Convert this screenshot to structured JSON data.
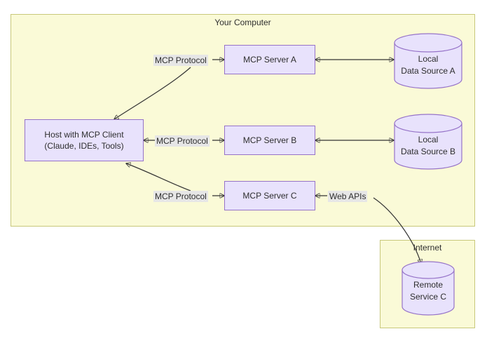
{
  "diagram": {
    "title_visible": false,
    "colors": {
      "group_fill": "#FAFAD7",
      "group_border": "#C8C87A",
      "node_fill": "#E8E2FC",
      "node_border": "#9673C8",
      "edge_stroke": "#333333",
      "label_bg": "#E6E6E6",
      "text": "#2E2E2E"
    },
    "groups": [
      {
        "id": "your-computer",
        "label": "Your Computer"
      },
      {
        "id": "internet",
        "label": "Internet"
      }
    ],
    "nodes": {
      "host": {
        "line1": "Host with MCP Client",
        "line2": "(Claude, IDEs, Tools)"
      },
      "server_a": {
        "label": "MCP Server A"
      },
      "server_b": {
        "label": "MCP Server B"
      },
      "server_c": {
        "label": "MCP Server C"
      },
      "datasource_a": {
        "line1": "Local",
        "line2": "Data Source A"
      },
      "datasource_b": {
        "line1": "Local",
        "line2": "Data Source B"
      },
      "remote_c": {
        "line1": "Remote",
        "line2": "Service C"
      }
    },
    "edge_labels": {
      "mcp_protocol_a": "MCP Protocol",
      "mcp_protocol_b": "MCP Protocol",
      "mcp_protocol_c": "MCP Protocol",
      "web_apis": "Web APIs"
    }
  }
}
